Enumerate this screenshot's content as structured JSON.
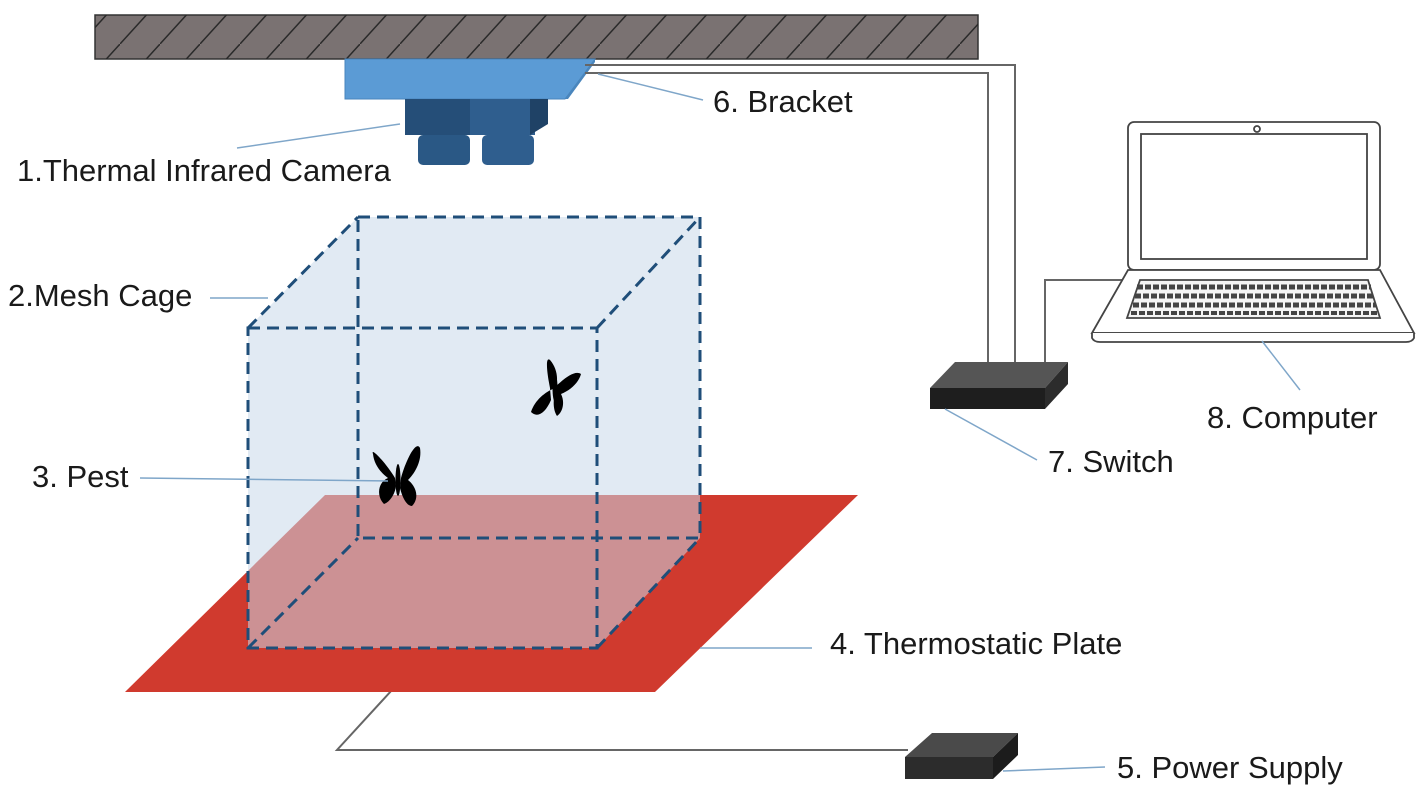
{
  "labels": {
    "camera": "1.Thermal Infrared Camera",
    "cage": "2.Mesh Cage",
    "pest": "3. Pest",
    "plate": "4. Thermostatic Plate",
    "power": "5. Power Supply",
    "bracket": "6. Bracket",
    "switch": "7. Switch",
    "computer": "8. Computer"
  },
  "colors": {
    "ceiling": "#7a7272",
    "bracket": "#5b9bd5",
    "camera": "#2f5e8e",
    "cage_edge": "#1f4e79",
    "cage_fill": "#dbe6f1",
    "plate": "#d03a2e",
    "box": "#3a3a3a",
    "leader": "#7fa6c9",
    "pest": "#000000"
  }
}
